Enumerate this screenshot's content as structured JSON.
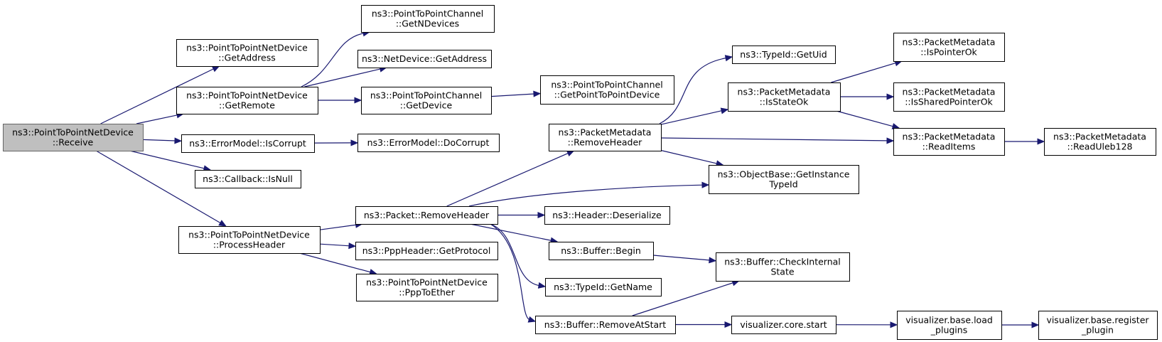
{
  "diagram": {
    "nodes": [
      {
        "id": "root",
        "lines": [
          "ns3::PointToPointNetDevice",
          "::Receive"
        ],
        "root": true
      },
      {
        "id": "getaddress_p2p",
        "lines": [
          "ns3::PointToPointNetDevice",
          "::GetAddress"
        ]
      },
      {
        "id": "getremote",
        "lines": [
          "ns3::PointToPointNetDevice",
          "::GetRemote"
        ]
      },
      {
        "id": "iscorrupt",
        "lines": [
          "ns3::ErrorModel::IsCorrupt"
        ]
      },
      {
        "id": "isnull",
        "lines": [
          "ns3::Callback::IsNull"
        ]
      },
      {
        "id": "processheader",
        "lines": [
          "ns3::PointToPointNetDevice",
          "::ProcessHeader"
        ]
      },
      {
        "id": "getndevices",
        "lines": [
          "ns3::PointToPointChannel",
          "::GetNDevices"
        ]
      },
      {
        "id": "netdev_getaddress",
        "lines": [
          "ns3::NetDevice::GetAddress"
        ]
      },
      {
        "id": "getdevice",
        "lines": [
          "ns3::PointToPointChannel",
          "::GetDevice"
        ]
      },
      {
        "id": "docorrupt",
        "lines": [
          "ns3::ErrorModel::DoCorrupt"
        ]
      },
      {
        "id": "packet_removeheader",
        "lines": [
          "ns3::Packet::RemoveHeader"
        ]
      },
      {
        "id": "getprotocol",
        "lines": [
          "ns3::PppHeader::GetProtocol"
        ]
      },
      {
        "id": "ppptoether",
        "lines": [
          "ns3::PointToPointNetDevice",
          "::PppToEther"
        ]
      },
      {
        "id": "getp2pdevice",
        "lines": [
          "ns3::PointToPointChannel",
          "::GetPointToPointDevice"
        ]
      },
      {
        "id": "pm_removeheader",
        "lines": [
          "ns3::PacketMetadata",
          "::RemoveHeader"
        ]
      },
      {
        "id": "deserialize",
        "lines": [
          "ns3::Header::Deserialize"
        ]
      },
      {
        "id": "buffer_begin",
        "lines": [
          "ns3::Buffer::Begin"
        ]
      },
      {
        "id": "typeid_getname",
        "lines": [
          "ns3::TypeId::GetName"
        ]
      },
      {
        "id": "removeatstart",
        "lines": [
          "ns3::Buffer::RemoveAtStart"
        ]
      },
      {
        "id": "typeid_getuid",
        "lines": [
          "ns3::TypeId::GetUid"
        ]
      },
      {
        "id": "isstateok",
        "lines": [
          "ns3::PacketMetadata",
          "::IsStateOk"
        ]
      },
      {
        "id": "getinstancetypeid",
        "lines": [
          "ns3::ObjectBase::GetInstance",
          "TypeId"
        ]
      },
      {
        "id": "checkinternalstate",
        "lines": [
          "ns3::Buffer::CheckInternal",
          "State"
        ]
      },
      {
        "id": "core_start",
        "lines": [
          "visualizer.core.start"
        ]
      },
      {
        "id": "ispointerok",
        "lines": [
          "ns3::PacketMetadata",
          "::IsPointerOk"
        ]
      },
      {
        "id": "issharedpointerok",
        "lines": [
          "ns3::PacketMetadata",
          "::IsSharedPointerOk"
        ]
      },
      {
        "id": "readitems",
        "lines": [
          "ns3::PacketMetadata",
          "::ReadItems"
        ]
      },
      {
        "id": "load_plugins",
        "lines": [
          "visualizer.base.load",
          "_plugins"
        ]
      },
      {
        "id": "readuleb128",
        "lines": [
          "ns3::PacketMetadata",
          "::ReadUleb128"
        ]
      },
      {
        "id": "register_plugin",
        "lines": [
          "visualizer.base.register",
          "_plugin"
        ]
      }
    ],
    "edges": [
      {
        "from": "root",
        "to": "getaddress_p2p"
      },
      {
        "from": "root",
        "to": "getremote"
      },
      {
        "from": "root",
        "to": "iscorrupt"
      },
      {
        "from": "root",
        "to": "isnull"
      },
      {
        "from": "root",
        "to": "processheader"
      },
      {
        "from": "getremote",
        "to": "getndevices"
      },
      {
        "from": "getremote",
        "to": "netdev_getaddress"
      },
      {
        "from": "getremote",
        "to": "getdevice"
      },
      {
        "from": "getdevice",
        "to": "getp2pdevice"
      },
      {
        "from": "iscorrupt",
        "to": "docorrupt"
      },
      {
        "from": "processheader",
        "to": "packet_removeheader"
      },
      {
        "from": "processheader",
        "to": "getprotocol"
      },
      {
        "from": "processheader",
        "to": "ppptoether"
      },
      {
        "from": "packet_removeheader",
        "to": "pm_removeheader"
      },
      {
        "from": "packet_removeheader",
        "to": "getinstancetypeid"
      },
      {
        "from": "packet_removeheader",
        "to": "deserialize"
      },
      {
        "from": "packet_removeheader",
        "to": "buffer_begin"
      },
      {
        "from": "packet_removeheader",
        "to": "typeid_getname"
      },
      {
        "from": "packet_removeheader",
        "to": "removeatstart"
      },
      {
        "from": "pm_removeheader",
        "to": "typeid_getuid"
      },
      {
        "from": "pm_removeheader",
        "to": "isstateok"
      },
      {
        "from": "pm_removeheader",
        "to": "readitems"
      },
      {
        "from": "pm_removeheader",
        "to": "getinstancetypeid"
      },
      {
        "from": "isstateok",
        "to": "ispointerok"
      },
      {
        "from": "isstateok",
        "to": "issharedpointerok"
      },
      {
        "from": "isstateok",
        "to": "readitems"
      },
      {
        "from": "readitems",
        "to": "readuleb128"
      },
      {
        "from": "buffer_begin",
        "to": "checkinternalstate"
      },
      {
        "from": "removeatstart",
        "to": "checkinternalstate"
      },
      {
        "from": "removeatstart",
        "to": "core_start"
      },
      {
        "from": "core_start",
        "to": "load_plugins"
      },
      {
        "from": "load_plugins",
        "to": "register_plugin"
      }
    ],
    "colors": {
      "edge": "#191970",
      "root_fill": "#bfbfbf",
      "node_fill": "#ffffff",
      "border": "#000000"
    }
  }
}
